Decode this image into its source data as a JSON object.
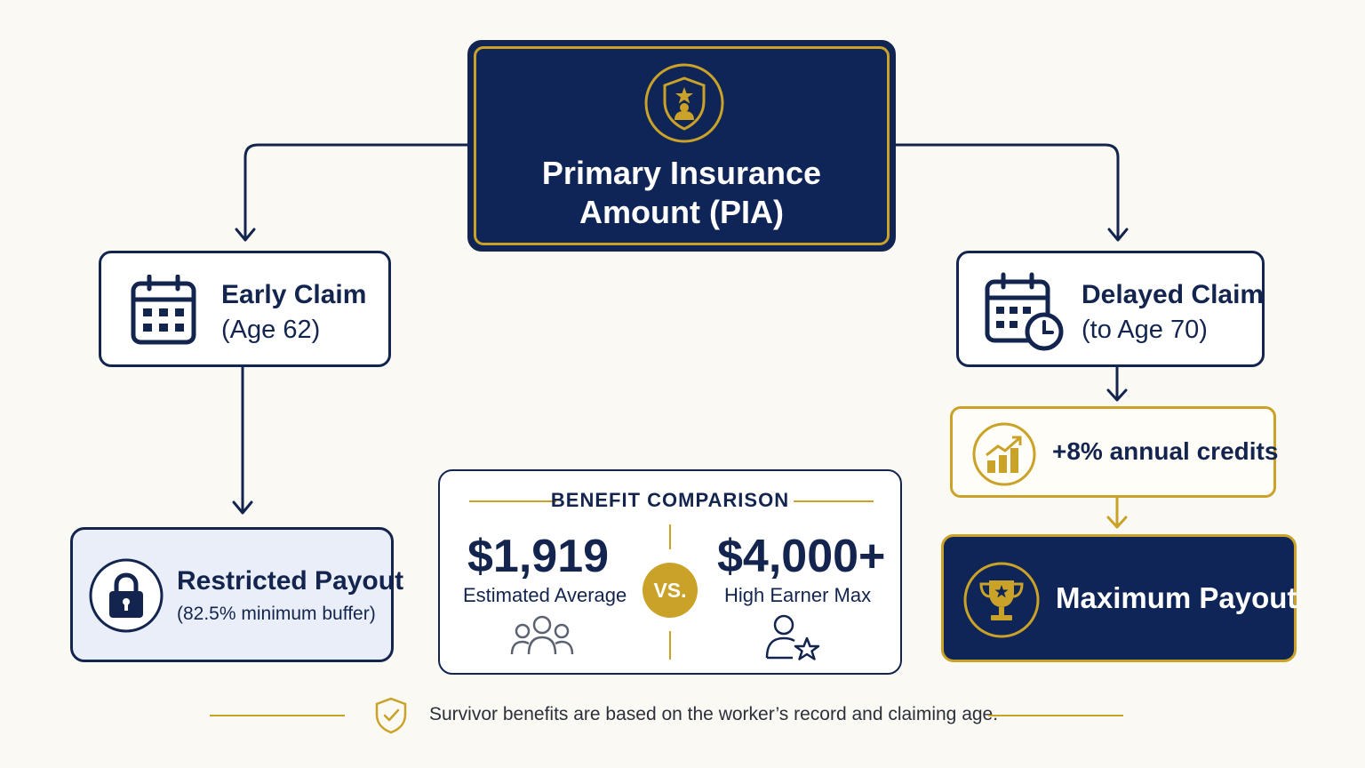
{
  "root": {
    "title": "Primary Insurance Amount (PIA)",
    "icon": "shield-star-person-icon"
  },
  "early_claim": {
    "title": "Early Claim",
    "subtitle": "(Age 62)",
    "icon": "calendar-icon"
  },
  "delayed_claim": {
    "title": "Delayed Claim",
    "subtitle": "(to Age 70)",
    "icon": "calendar-clock-icon"
  },
  "restricted_payout": {
    "title": "Restricted Payout",
    "subtitle": "(82.5% minimum buffer)",
    "icon": "lock-icon"
  },
  "annual_credits": {
    "label": "+8% annual credits",
    "icon": "growth-chart-icon"
  },
  "maximum_payout": {
    "label": "Maximum Payout",
    "icon": "trophy-icon"
  },
  "comparison": {
    "title": "BENEFIT COMPARISON",
    "left": {
      "amount": "$1,919",
      "label": "Estimated Average",
      "icon": "group-icon"
    },
    "vs": "VS.",
    "right": {
      "amount": "$4,000+",
      "label": "High Earner Max",
      "icon": "person-star-icon"
    }
  },
  "footer": {
    "text": "Survivor benefits are based on the worker’s record and claiming age.",
    "icon": "shield-check-icon"
  },
  "colors": {
    "navy": "#13254f",
    "gold": "#c9a227",
    "background": "#fbf9f3",
    "light_blue": "#e9eef8"
  }
}
